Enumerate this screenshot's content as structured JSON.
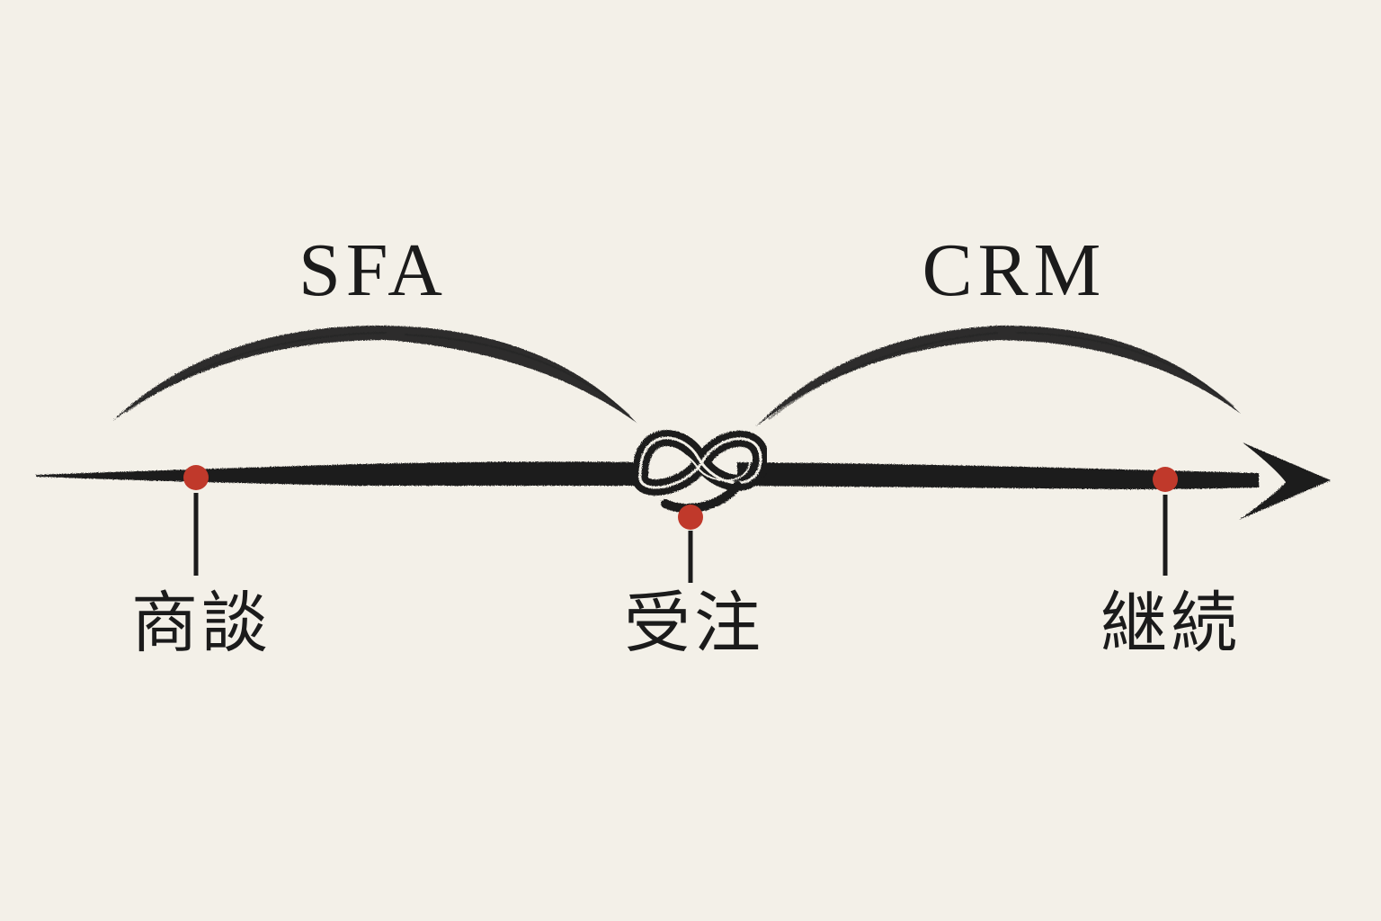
{
  "phases": [
    {
      "id": "sfa",
      "label": "SFA"
    },
    {
      "id": "crm",
      "label": "CRM"
    }
  ],
  "stages": [
    {
      "id": "negotiation",
      "label": "商談"
    },
    {
      "id": "order",
      "label": "受注"
    },
    {
      "id": "continuation",
      "label": "継続"
    }
  ],
  "colors": {
    "paper": "#f3f0e8",
    "ink": "#1b1b1b",
    "marker": "#c0392b"
  },
  "icons": {
    "timeline": "brush-arrow-icon",
    "knot": "knot-icon"
  }
}
